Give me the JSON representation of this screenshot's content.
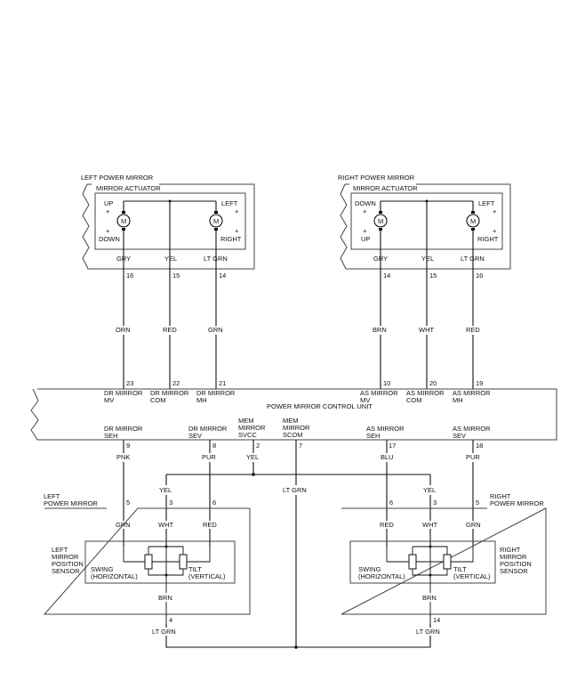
{
  "left_mirror": {
    "title": "LEFT POWER MIRROR",
    "actuator_title": "MIRROR ACTUATOR",
    "up": "UP",
    "down": "DOWN",
    "left": "LEFT",
    "right": "RIGHT",
    "plus": "+",
    "motor": "M",
    "wire_colors": [
      "GRY",
      "YEL",
      "LT GRN"
    ],
    "pins": [
      "16",
      "15",
      "14"
    ],
    "harness_colors": [
      "ORN",
      "RED",
      "GRN"
    ]
  },
  "right_mirror": {
    "title": "RIGHT POWER MIRROR",
    "actuator_title": "MIRROR ACTUATOR",
    "up": "UP",
    "down": "DOWN",
    "left": "LEFT",
    "right": "RIGHT",
    "plus": "+",
    "motor": "M",
    "wire_colors": [
      "GRY",
      "YEL",
      "LT GRN"
    ],
    "pins": [
      "14",
      "15",
      "16"
    ],
    "harness_colors": [
      "BRN",
      "WHT",
      "RED"
    ]
  },
  "control_unit": {
    "title": "POWER MIRROR CONTROL UNIT",
    "top_terminals": [
      {
        "pin": "23",
        "line1": "DR MIRROR",
        "line2": "MV"
      },
      {
        "pin": "22",
        "line1": "DR MIRROR",
        "line2": "COM"
      },
      {
        "pin": "21",
        "line1": "DR MIRROR",
        "line2": "MH"
      },
      {
        "pin": "10",
        "line1": "AS MIRROR",
        "line2": "MV"
      },
      {
        "pin": "20",
        "line1": "AS MIRROR",
        "line2": "COM"
      },
      {
        "pin": "19",
        "line1": "AS MIRROR",
        "line2": "MH"
      }
    ],
    "bottom_terminals": [
      {
        "pin": "9",
        "line1": "DR MIRROR",
        "line2": "SEH",
        "line3": "",
        "color": "PNK"
      },
      {
        "pin": "8",
        "line1": "DR MIRROR",
        "line2": "SEV",
        "line3": "",
        "color": "PUR"
      },
      {
        "pin": "2",
        "line1": "MEM",
        "line2": "MIRROR",
        "line3": "SVCC",
        "color": "YEL"
      },
      {
        "pin": "7",
        "line1": "MEM",
        "line2": "MIRROR",
        "line3": "SCOM",
        "color": "LT GRN"
      },
      {
        "pin": "17",
        "line1": "AS MIRROR",
        "line2": "SEH",
        "line3": "",
        "color": "BLU"
      },
      {
        "pin": "18",
        "line1": "AS MIRROR",
        "line2": "SEV",
        "line3": "",
        "color": "PUR"
      }
    ]
  },
  "left_sensor": {
    "title_line1": "LEFT",
    "title_line2": "POWER MIRROR",
    "yel": "YEL",
    "pins": [
      "5",
      "3",
      "6"
    ],
    "wires": [
      "GRN",
      "WHT",
      "RED"
    ],
    "label_lines": [
      "LEFT",
      "MIRROR",
      "POSITION",
      "SENSOR"
    ],
    "swing": [
      "SWING",
      "(HORIZONTAL)"
    ],
    "tilt": [
      "TILT",
      "(VERTICAL)"
    ],
    "ground_wire": "BRN",
    "ground_pin": "4",
    "ground_color": "LT GRN"
  },
  "right_sensor": {
    "title_line1": "RIGHT",
    "title_line2": "POWER MIRROR",
    "yel": "YEL",
    "pins": [
      "6",
      "3",
      "5"
    ],
    "wires": [
      "RED",
      "WHT",
      "GRN"
    ],
    "label_lines": [
      "RIGHT",
      "MIRROR",
      "POSITION",
      "SENSOR"
    ],
    "swing": [
      "SWING",
      "(HORIZONTAL)"
    ],
    "tilt": [
      "TILT",
      "(VERTICAL)"
    ],
    "ground_wire": "BRN",
    "ground_pin": "14",
    "ground_color": "LT GRN"
  }
}
